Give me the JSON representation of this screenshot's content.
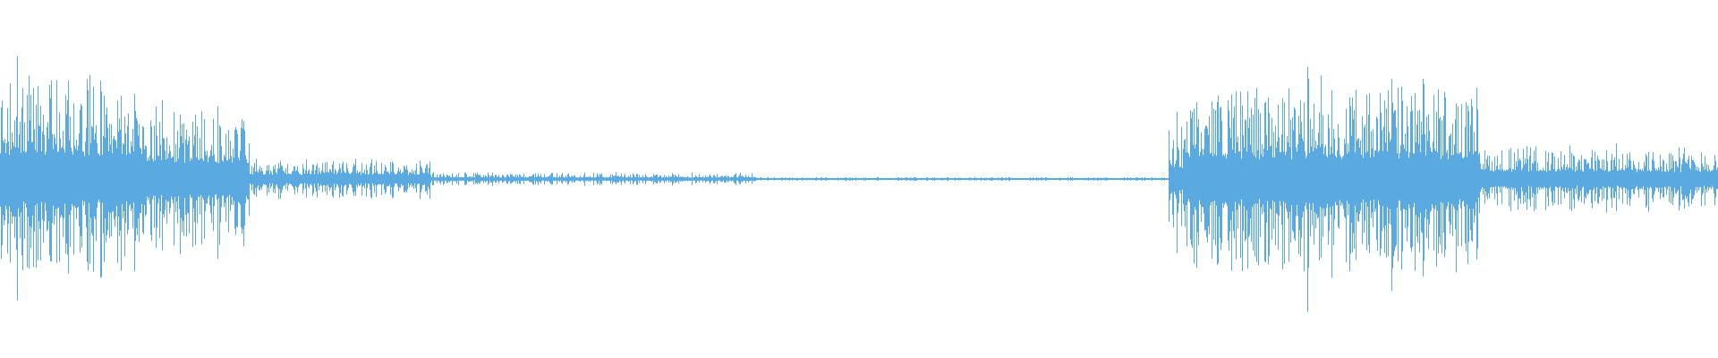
{
  "waveform": {
    "color": "#5aa9e0",
    "background": "#ffffff",
    "segments": [
      {
        "from": 0.0,
        "to": 0.085,
        "level": 0.62,
        "burstiness": 0.75
      },
      {
        "from": 0.085,
        "to": 0.145,
        "level": 0.45,
        "burstiness": 0.7
      },
      {
        "from": 0.145,
        "to": 0.25,
        "level": 0.12,
        "burstiness": 0.55
      },
      {
        "from": 0.25,
        "to": 0.44,
        "level": 0.04,
        "burstiness": 0.45
      },
      {
        "from": 0.44,
        "to": 0.68,
        "level": 0.012,
        "burstiness": 0.3
      },
      {
        "from": 0.68,
        "to": 0.69,
        "level": 0.3,
        "burstiness": 0.6
      },
      {
        "from": 0.69,
        "to": 0.86,
        "level": 0.58,
        "burstiness": 0.85
      },
      {
        "from": 0.86,
        "to": 1.0,
        "level": 0.2,
        "burstiness": 0.7
      }
    ],
    "peaks": [
      {
        "at": 0.01,
        "level": 0.95
      },
      {
        "at": 0.084,
        "level": 0.74
      },
      {
        "at": 0.13,
        "level": 0.42
      },
      {
        "at": 0.685,
        "level": 0.58
      },
      {
        "at": 0.718,
        "level": 0.68
      },
      {
        "at": 0.761,
        "level": 0.85
      },
      {
        "at": 0.81,
        "level": 0.82
      },
      {
        "at": 0.849,
        "level": 0.55
      },
      {
        "at": 0.871,
        "level": 0.3
      }
    ]
  }
}
